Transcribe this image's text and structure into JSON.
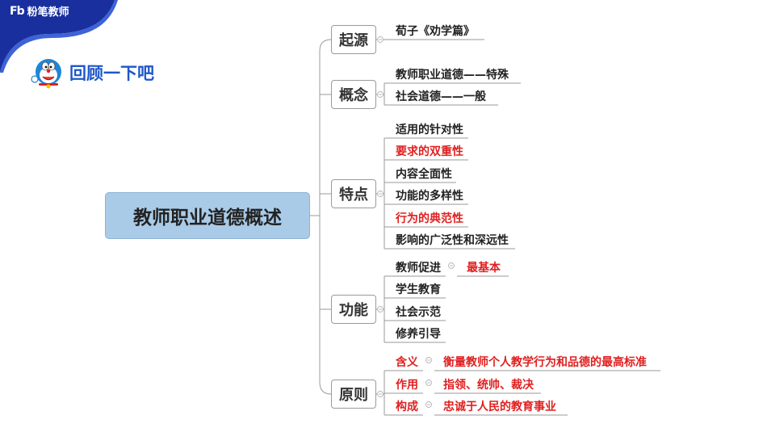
{
  "brand": {
    "logo": "Fb",
    "name": "粉笔教师"
  },
  "review_title": "回顾一下吧",
  "root": "教师职业道德概述",
  "colors": {
    "red": "#e02020",
    "brand_blue": "#1a2f9e",
    "root_fill": "#a9cbe8"
  },
  "categories": {
    "origin": {
      "label": "起源",
      "items": [
        "荀子《劝学篇》"
      ]
    },
    "concept": {
      "label": "概念",
      "items": [
        "教师职业道德——特殊",
        "社会道德——一般"
      ]
    },
    "features": {
      "label": "特点",
      "items": [
        "适用的针对性",
        "要求的双重性",
        "内容全面性",
        "功能的多样性",
        "行为的典范性",
        "影响的广泛性和深远性"
      ]
    },
    "functions": {
      "label": "功能",
      "items": [
        "教师促进",
        "学生教育",
        "社会示范",
        "修养引导"
      ],
      "basic": "最基本"
    },
    "principles": {
      "label": "原则",
      "items": [
        {
          "label": "含义",
          "detail": "衡量教师个人教学行为和品德的最高标准"
        },
        {
          "label": "作用",
          "detail": "指领、统帅、裁决"
        },
        {
          "label": "构成",
          "detail": "忠诚于人民的教育事业"
        }
      ]
    }
  }
}
